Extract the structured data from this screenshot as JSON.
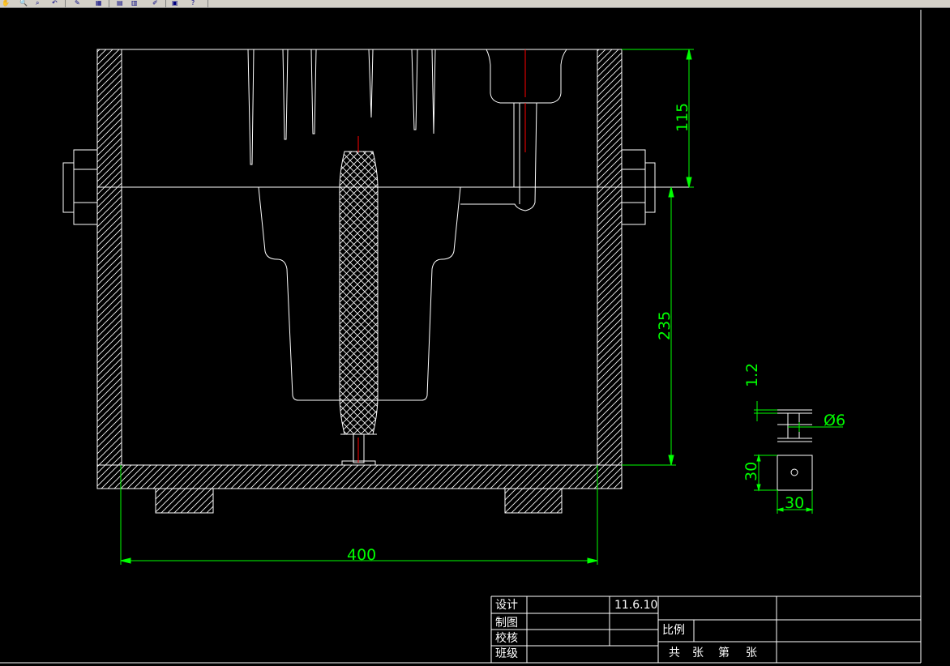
{
  "toolbar": {
    "buttons": [
      {
        "icon": "pan-icon"
      },
      {
        "icon": "zoom-realtime-icon"
      },
      {
        "icon": "zoom-window-icon"
      },
      {
        "icon": "zoom-previous-icon"
      },
      {
        "icon": "properties-icon"
      },
      {
        "icon": "design-center-icon"
      },
      {
        "icon": "tool-palettes-icon"
      },
      {
        "icon": "sheet-set-icon"
      },
      {
        "icon": "markup-icon"
      },
      {
        "icon": "calculator-icon"
      },
      {
        "icon": "help-icon"
      }
    ]
  },
  "drawing": {
    "line_color": "#ffffff",
    "dimension_color": "#00ff00",
    "center_line_color": "#ff0000",
    "background": "#000000",
    "dimensions": {
      "top_height": "115",
      "bottom_height": "235",
      "width": "400",
      "thickness": "1.2",
      "diameter": "Ø6",
      "detail_height": "30",
      "detail_width": "30"
    }
  },
  "title_block": {
    "design_label": "设计",
    "date": "11.6.10",
    "drawing_label": "制图",
    "check_label": "校核",
    "class_label": "班级",
    "scale_label": "比例",
    "sheet_total_label": "共",
    "sheet_unit_1": "张",
    "sheet_index_label": "第",
    "sheet_unit_2": "张"
  }
}
